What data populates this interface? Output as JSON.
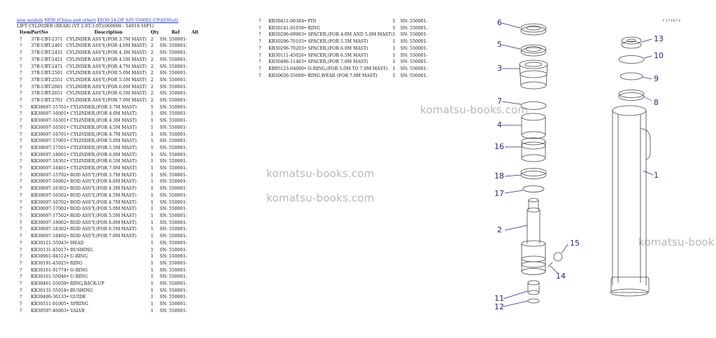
{
  "header": {
    "breadcrumb": [
      "new models",
      "NEW (China and other)",
      "FD30-14-OP S/N 550001-UP(fd30-el)"
    ],
    "breadcrumb_sep": " ",
    "subtitle": "LIFT CYLINDER (REAR) (VT 2.8T-3.0T)(060000 : 54010-16P1)"
  },
  "table": {
    "columns": [
      "Item",
      "PartNo",
      "Description",
      "Qty",
      "Ref",
      "Alt"
    ],
    "rows": [
      [
        "?",
        "37B-UBT-2371",
        "CYLINDER ASS'Y,(FOR 3.7M MAST)",
        "2",
        "SN: 550001-"
      ],
      [
        "?",
        "37B-UBT-2401",
        "CYLINDER ASS'Y,(FOR 4.0M MAST)",
        "2",
        "SN: 550001-"
      ],
      [
        "?",
        "37B-UBT-2431",
        "CYLINDER ASS'Y,(FOR 4.3M MAST)",
        "2",
        "SN: 550001-"
      ],
      [
        "?",
        "37B-UBT-2451",
        "CYLINDER ASS'Y,(FOR 4.5M MAST)",
        "2",
        "SN: 550001-"
      ],
      [
        "?",
        "37B-UBT-2471",
        "CYLINDER ASS'Y,(FOR 4.7M MAST)",
        "2",
        "SN: 550001-"
      ],
      [
        "?",
        "37B-UBT-2501",
        "CYLINDER ASS'Y,(FOR 5.0M MAST)",
        "2",
        "SN: 550001-"
      ],
      [
        "?",
        "37B-UBT-2551",
        "CYLINDER ASS'Y,(FOR 5.5M MAST)",
        "2",
        "SN: 550001-"
      ],
      [
        "?",
        "37B-UBT-2601",
        "CYLINDER ASS'Y,(FOR 6.0M MAST)",
        "2",
        "SN: 550001-"
      ],
      [
        "?",
        "37B-UBT-2651",
        "CYLINDER ASS'Y,(FOR 6.5M MAST)",
        "2",
        "SN: 550001-"
      ],
      [
        "?",
        "37B-UBT-2701",
        "CYLINDER ASS'Y,(FOR 7.0M MAST)",
        "2",
        "SN: 550001-"
      ],
      [
        "?",
        "KB30697-15701",
        "• CYLINDER,(FOR 3.7M MAST)",
        "1",
        "SN: 550001-"
      ],
      [
        "?",
        "KB30697-16001",
        "• CYLINDER,(FOR 4.0M MAST)",
        "1",
        "SN: 550001-"
      ],
      [
        "?",
        "KB30697-16301",
        "• CYLINDER,(FOR 4.3M MAST)",
        "1",
        "SN: 550001-"
      ],
      [
        "?",
        "KB30697-16501",
        "• CYLINDER,(FOR 4.5M MAST)",
        "1",
        "SN: 550001-"
      ],
      [
        "?",
        "KB30697-16701",
        "• CYLINDER,(FOR 4.7M MAST)",
        "1",
        "SN: 550001-"
      ],
      [
        "?",
        "KB30697-17001",
        "• CYLINDER,(FOR 5.0M MAST)",
        "1",
        "SN: 550001-"
      ],
      [
        "?",
        "KB30697-17501",
        "• CYLINDER,(FOR 5.5M MAST)",
        "1",
        "SN: 550001-"
      ],
      [
        "?",
        "KB30697-18001",
        "• CYLINDER,(FOR 6.0M MAST)",
        "1",
        "SN: 550001-"
      ],
      [
        "?",
        "KB30697-18301",
        "• CYLINDER,(FOR 6.5M MAST)",
        "1",
        "SN: 550001-"
      ],
      [
        "?",
        "KB30697-18401",
        "• CYLINDER,(FOR 7.0M MAST)",
        "1",
        "SN: 550001-"
      ],
      [
        "?",
        "KB30697-15702",
        "• ROD ASS'Y,(FOR 3.7M MAST)",
        "1",
        "SN: 550001-"
      ],
      [
        "?",
        "KB30697-16002",
        "• ROD ASS'Y,(FOR 4.0M MAST)",
        "1",
        "SN: 550001-"
      ],
      [
        "?",
        "KB30697-16302",
        "• ROD ASS'Y,(FOR 4.3M MAST)",
        "1",
        "SN: 550001-"
      ],
      [
        "?",
        "KB30697-16502",
        "• ROD ASS'Y,(FOR 4.5M MAST)",
        "1",
        "SN: 550001-"
      ],
      [
        "?",
        "KB30697-16702",
        "• ROD ASS'Y,(FOR 4.7M MAST)",
        "1",
        "SN: 550001-"
      ],
      [
        "?",
        "KB30697-17002",
        "• ROD ASS'Y,(FOR 5.0M MAST)",
        "1",
        "SN: 550001-"
      ],
      [
        "?",
        "KB30697-17502",
        "• ROD ASS'Y,(FOR 5.5M MAST)",
        "1",
        "SN: 550001-"
      ],
      [
        "?",
        "KB30697-18002",
        "• ROD ASS'Y,(FOR 6.0M MAST)",
        "1",
        "SN: 550001-"
      ],
      [
        "?",
        "KB30697-18302",
        "• ROD ASS'Y,(FOR 6.5M MAST)",
        "1",
        "SN: 550001-"
      ],
      [
        "?",
        "KB30697-18402",
        "• ROD ASS'Y,(FOR 7.0M MAST)",
        "1",
        "SN: 550001-"
      ],
      [
        "?",
        "KB30121-55043",
        "• HEAD",
        "1",
        "SN: 550001-"
      ],
      [
        "?",
        "KB30131-45017",
        "• BUSHING",
        "1",
        "SN: 550001-"
      ],
      [
        "?",
        "KB30961-04512",
        "• U-RING",
        "1",
        "SN: 550001-"
      ],
      [
        "?",
        "KB30191-45025",
        "• RING",
        "1",
        "SN: 550001-"
      ],
      [
        "?",
        "KB30161-91774",
        "• O-RING",
        "1",
        "SN: 550001-"
      ],
      [
        "?",
        "KB30161-55046",
        "• U-RING",
        "1",
        "SN: 550001-"
      ],
      [
        "?",
        "KB30461-55039",
        "• RING,BACK-UP",
        "1",
        "SN: 550001-"
      ],
      [
        "?",
        "KB30131-55018",
        "• BUSHING",
        "1",
        "SN: 550001-"
      ],
      [
        "?",
        "KB30486-36133",
        "• GUIDE",
        "1",
        "SN: 550001-"
      ],
      [
        "?",
        "KB30511-01005",
        "• SPRING",
        "1",
        "SN: 550001-"
      ],
      [
        "?",
        "KB30597-46003",
        "• VALVE",
        "1",
        "SN: 550001-"
      ]
    ],
    "rows_right": [
      [
        "?",
        "KB30411-00304",
        "• PIN",
        "1",
        "SN: 550001-"
      ],
      [
        "?",
        "KB30141-91039",
        "• RING",
        "1",
        "SN: 550001-"
      ],
      [
        "?",
        "KB30296-69903",
        "• SPACER,(FOR 4.0M AND 5.0M MAST)",
        "1",
        "SN: 550001-"
      ],
      [
        "?",
        "KB30296-70103",
        "• SPACER,(FOR 5.5M MAST)",
        "1",
        "SN: 550001-"
      ],
      [
        "?",
        "KB30296-70203",
        "• SPACER,(FOR 6.0M MAST)",
        "1",
        "SN: 550001-"
      ],
      [
        "?",
        "KB30111-45026",
        "• SPACER,(FOR 6.5M MAST)",
        "1",
        "SN: 550001-"
      ],
      [
        "?",
        "KB30486-11403",
        "• SPACER,(FOR 7.0M MAST)",
        "1",
        "SN: 550001-"
      ],
      [
        "?",
        "KB95123-04000",
        "• O-RING,(FOR 5.0M TO 7.0M MAST)",
        "1",
        "SN: 550001-"
      ],
      [
        "?",
        "KB30656-55008",
        "• RING,WEAR (FOR 7.0M MAST)",
        "1",
        "SN: 550001-"
      ]
    ]
  },
  "watermarks": [
    "komatsu-books.com",
    "komatsu-books.com",
    "komatsu-books.com",
    "komatsu-book"
  ],
  "diagram": {
    "code": "FJF4874",
    "callouts": [
      "6",
      "5",
      "3",
      "7",
      "4",
      "16",
      "18",
      "17",
      "2",
      "15",
      "14",
      "11",
      "12",
      "13",
      "10",
      "9",
      "8",
      "1"
    ],
    "label_color": "#1e2a86"
  }
}
